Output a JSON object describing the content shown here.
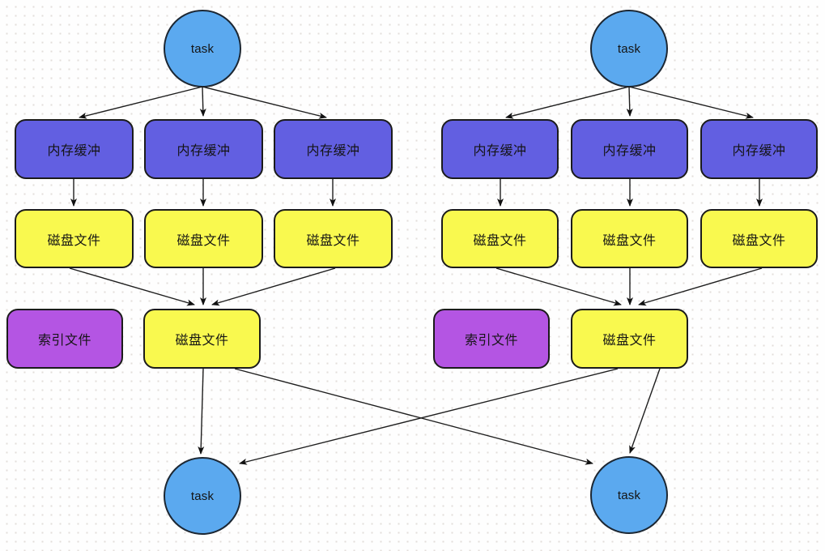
{
  "diagram": {
    "title": "shuffle-write-flow-diagram",
    "colors": {
      "task_fill": "#5BA9EF",
      "buffer_fill": "#625FE1",
      "disk_fill": "#F9F94F",
      "index_fill": "#B455E3",
      "arrow_stroke": "#1e1e1e",
      "dot_grid": "#e3ddda"
    },
    "groups": [
      {
        "id": "left",
        "input_task": "task",
        "memory_buffers": [
          "内存缓冲",
          "内存缓冲",
          "内存缓冲"
        ],
        "disk_files": [
          "磁盘文件",
          "磁盘文件",
          "磁盘文件"
        ],
        "index_file": "索引文件",
        "merged_disk_file": "磁盘文件",
        "output_task": "task"
      },
      {
        "id": "right",
        "input_task": "task",
        "memory_buffers": [
          "内存缓冲",
          "内存缓冲",
          "内存缓冲"
        ],
        "disk_files": [
          "磁盘文件",
          "磁盘文件",
          "磁盘文件"
        ],
        "index_file": "索引文件",
        "merged_disk_file": "磁盘文件",
        "output_task": "task"
      }
    ]
  }
}
